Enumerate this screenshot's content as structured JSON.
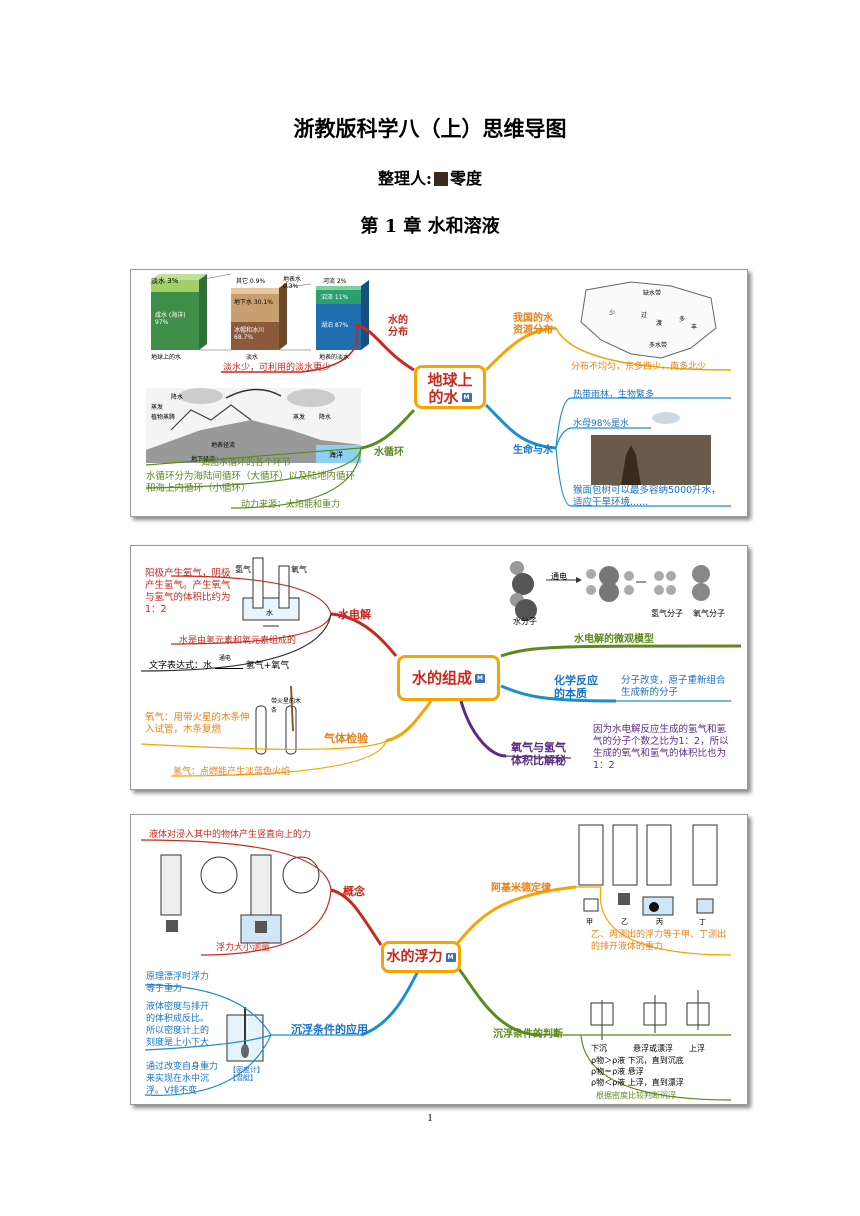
{
  "header": {
    "title": "浙教版科学八（上）思维导图",
    "organizer_label": "整理人:",
    "organizer_name": "零度",
    "chapter": "第 1 章  水和溶液"
  },
  "map1": {
    "center": "地球上的水",
    "center_line1": "地球上",
    "center_line2": "的水",
    "branch_distribution": "水的分布",
    "branch_distribution_l1": "水的",
    "branch_distribution_l2": "分布",
    "distribution_note": "淡水少，可利用的淡水更少",
    "bars": {
      "b1_top": "淡水 3%",
      "b1_body": "咸水 (海洋) 97%",
      "b1_caption": "地球上的水",
      "b2_top": "其它 0.9%",
      "b2_mid": "地下水 30.1%",
      "b2_low": "冰帽和冰川 68.7%",
      "b2_caption": "淡水",
      "b3_left": "地表水 0.3%",
      "b3_top": "河流 2%",
      "b3_mid": "沼泽 11%",
      "b3_low": "湖泊 87%",
      "b3_caption": "地表的淡水"
    },
    "branch_resources": "我国的水资源分布",
    "branch_resources_l1": "我国的水",
    "branch_resources_l2": "资源分布",
    "resources_note": "分布不均匀，东多西少，南多北少",
    "map_labels": [
      "缺水带",
      "少",
      "过",
      "渡",
      "多",
      "丰",
      "多水带"
    ],
    "branch_life": "生命与水",
    "life_notes": [
      "热带雨林，生物繁多",
      "水母98%是水",
      "猴面包树可以最多容纳5000升水，适应干旱环境......"
    ],
    "branch_cycle": "水循环",
    "cycle_caption": "如图水循环的各个环节",
    "cycle_note1": "水循环分为海陆间循环（大循环）以及陆地内循环和海上内循环（小循环）",
    "cycle_note2": "动力来源：太阳能和重力",
    "cycle_labels": [
      "降水",
      "蒸发",
      "植物蒸腾",
      "地表径流",
      "地下径流",
      "海洋",
      "蒸发",
      "降水"
    ]
  },
  "map2": {
    "center": "水的组成",
    "branch_electrolysis": "水电解",
    "electrolysis_note": "阳极产生氧气，阴极产生氢气。产生氧气与氢气的体积比约为1：2",
    "electrolysis_labels": [
      "氢气",
      "氧气",
      "水"
    ],
    "composition_note": "水是由氢元素和氧元素组成的",
    "word_eq_label": "文字表达式：水",
    "word_eq_condition": "通电",
    "word_eq_products": "氢气+氧气",
    "branch_micro": "水电解的微观模型",
    "micro_labels": [
      "通电",
      "水分子",
      "氢气分子",
      "氧气分子"
    ],
    "branch_nature": "化学反应的本质",
    "branch_nature_l1": "化学反应",
    "branch_nature_l2": "的本质",
    "nature_note": "分子改变，原子重新组合生成新的分子",
    "branch_ratio": "氧气与氢气体积比解秘",
    "branch_ratio_l1": "氧气与氢气",
    "branch_ratio_l2": "体积比解秘",
    "ratio_note": "因为水电解反应生成的氢气和氢气的分子个数之比为1：2，所以生成的氧气和氢气的体积比也为1：2",
    "branch_test": "气体检验",
    "test_labels": [
      "带火星的木条"
    ],
    "test_oxygen": "氧气：用带火星的木条伸入试管，木条复燃",
    "test_hydrogen": "氢气：点燃能产生淡蓝色火焰"
  },
  "map3": {
    "center": "水的浮力",
    "branch_concept": "概念",
    "concept_note": "液体对浸入其中的物体产生竖直向上的力",
    "concept_caption": "浮力大小测量",
    "branch_archimedes": "阿基米德定律",
    "archimedes_labels": [
      "甲",
      "乙",
      "丙",
      "丁"
    ],
    "archimedes_note": "乙、丙测出的浮力等于甲、丁测出的排开液体的重力",
    "branch_apply": "沉浮条件的应用",
    "apply_note1": "原理漂浮时浮力等于重力",
    "apply_note2": "液体密度与排开的体积成反比。所以密度计上的刻度是上小下大",
    "apply_tag1": "【密度计】",
    "apply_note3": "通过改变自身重力来实现在水中沉浮。V排不变",
    "apply_tag2": "【潜艇】",
    "branch_judge": "沉浮条件的判断",
    "judge_labels": [
      "下沉",
      "悬浮或漂浮",
      "上浮"
    ],
    "judge_rows": [
      "ρ物＞ρ液  下沉，直到沉底",
      "ρ物＝ρ液  悬浮",
      "ρ物＜ρ液  上浮，直到漂浮"
    ],
    "judge_note": "根据密度比较判断沉浮"
  },
  "page_number": "1"
}
